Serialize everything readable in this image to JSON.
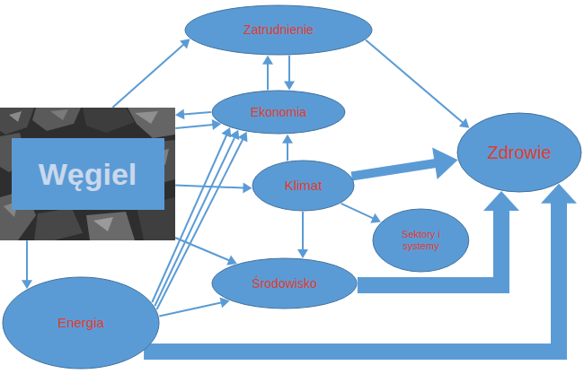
{
  "diagram": {
    "nodes": [
      {
        "text": [
          "Zatrudnienie"
        ]
      },
      {
        "text": [
          "Węgiel"
        ]
      },
      {
        "text": [
          "Ekonomia"
        ]
      },
      {
        "text": [
          "Zdrowie"
        ]
      },
      {
        "text": [
          "Klimat"
        ]
      },
      {
        "text": [
          "Sektory i systemy"
        ]
      },
      {
        "text": [
          "Energia"
        ]
      },
      {
        "text": [
          "Środowisko"
        ]
      }
    ],
    "edges": [
      {
        "from": 1,
        "to": 0,
        "arrow": "to"
      },
      {
        "from": 0,
        "to": 2,
        "arrow": "to"
      },
      {
        "from": 2,
        "to": 0,
        "arrow": "to"
      },
      {
        "from": 0,
        "to": 3,
        "arrow": "to"
      },
      {
        "from": 2,
        "to": 1,
        "arrow": "to"
      },
      {
        "from": 1,
        "to": 2,
        "arrow": "to"
      },
      {
        "from": 1,
        "to": 4,
        "arrow": "to"
      },
      {
        "from": 1,
        "to": 7,
        "arrow": "to"
      },
      {
        "from": 1,
        "to": 6,
        "arrow": "to"
      },
      {
        "from": 6,
        "to": 2,
        "arrow": "to"
      },
      {
        "from": 6,
        "to": 2,
        "arrow": "to"
      },
      {
        "from": 6,
        "to": 2,
        "arrow": "to"
      },
      {
        "from": 6,
        "to": 7,
        "arrow": "to"
      },
      {
        "from": 4,
        "to": 2,
        "arrow": "to"
      },
      {
        "from": 4,
        "to": 3,
        "arrow": "to"
      },
      {
        "from": 4,
        "to": 5,
        "arrow": "to"
      },
      {
        "from": 4,
        "to": 7,
        "arrow": "to"
      },
      {
        "from": 7,
        "to": 3,
        "arrow": "to"
      },
      {
        "from": 6,
        "to": 3,
        "arrow": "to"
      }
    ]
  }
}
